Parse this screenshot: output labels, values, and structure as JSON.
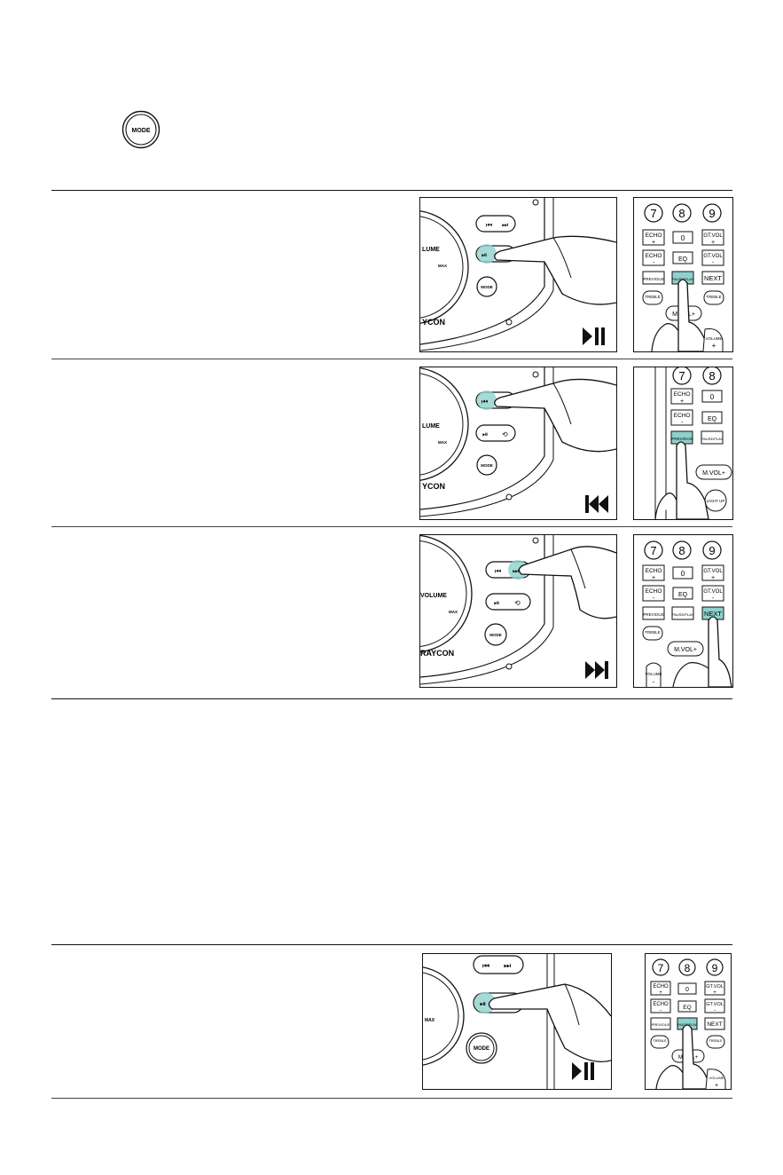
{
  "header": {
    "mode_button_label": "MODE"
  },
  "speaker": {
    "volume_label": "VOLUME",
    "volume_label_cropped": "LUME",
    "max_label": "MAX",
    "brand": "RAYCON",
    "brand_cropped": "YCON",
    "mode_label": "MODE"
  },
  "remote": {
    "keys": {
      "k7": "7",
      "k8": "8",
      "k9": "9",
      "k0": "0",
      "echo_plus": "ECHO",
      "echo_minus": "ECHO",
      "eq": "EQ",
      "gtvol_plus": "GT.VOL",
      "gtvol_minus": "GT.VOL",
      "previous": "PREVIOUS",
      "pause_play": "PAUSE/PLAY",
      "next": "NEXT",
      "treble_minus": "TREBLE",
      "treble_plus": "TREBLE",
      "mvol_plus": "M.VOL+",
      "volume": "VOLUME",
      "light": "LIGHT UP",
      "plus": "+",
      "minus": "-"
    }
  },
  "icons": {
    "play_pause": "play-pause-icon",
    "previous": "skip-previous-icon",
    "next": "skip-next-icon"
  },
  "colors": {
    "highlight": "#8fd1cc",
    "ink": "#111111"
  }
}
